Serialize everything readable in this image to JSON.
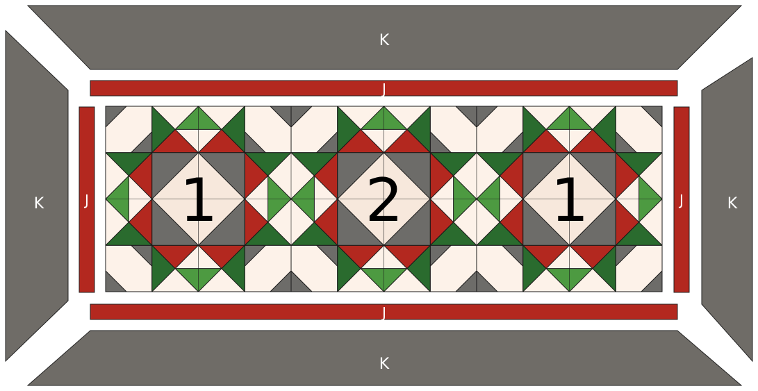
{
  "diagram": {
    "border_outer_label": "K",
    "border_inner_label": "J",
    "blocks": [
      {
        "label": "1"
      },
      {
        "label": "2"
      },
      {
        "label": "1"
      }
    ]
  },
  "colors": {
    "outer_border": "#6f6c67",
    "inner_border": "#b3281f",
    "cream_light": "#fdf2e9",
    "cream": "#f7e8dc",
    "grey": "#6d6c69",
    "dark_green": "#2a6b2e",
    "light_green": "#4d9a41",
    "red": "#b3281f",
    "outline": "#1a1a1a"
  }
}
